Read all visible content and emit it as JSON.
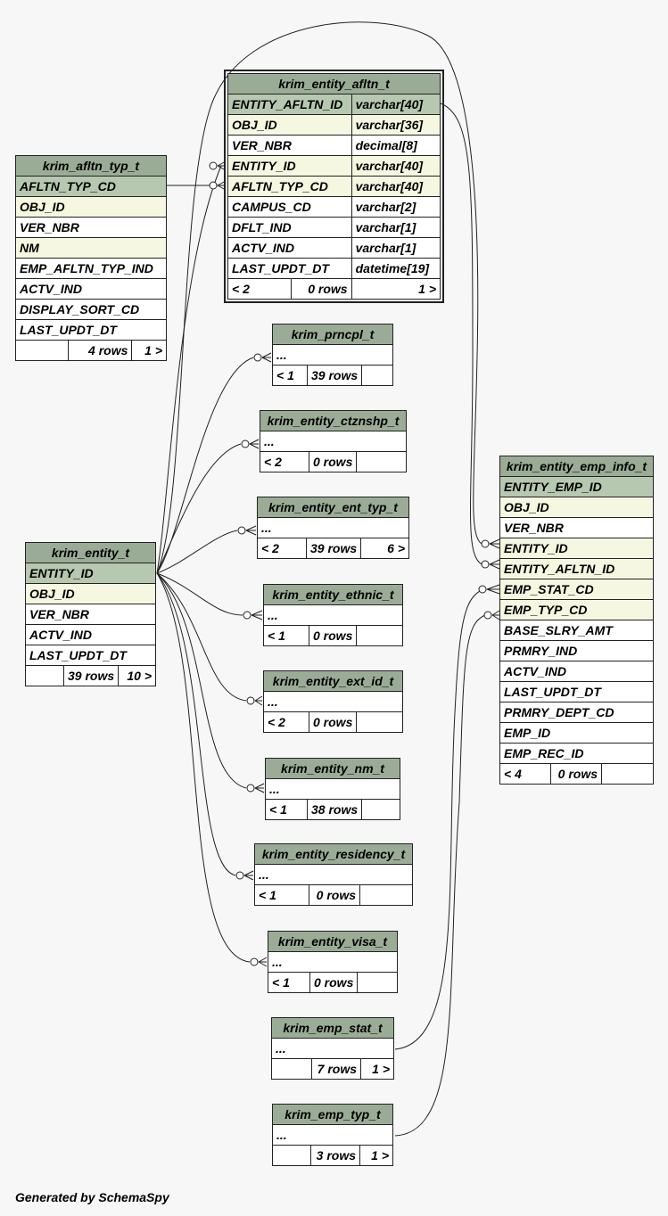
{
  "footer": "Generated by SchemaSpy",
  "tables": {
    "afltn": {
      "name": "krim_entity_afltn_t",
      "columns": [
        {
          "name": "ENTITY_AFLTN_ID",
          "type": "varchar[40]"
        },
        {
          "name": "OBJ_ID",
          "type": "varchar[36]"
        },
        {
          "name": "VER_NBR",
          "type": "decimal[8]"
        },
        {
          "name": "ENTITY_ID",
          "type": "varchar[40]"
        },
        {
          "name": "AFLTN_TYP_CD",
          "type": "varchar[40]"
        },
        {
          "name": "CAMPUS_CD",
          "type": "varchar[2]"
        },
        {
          "name": "DFLT_IND",
          "type": "varchar[1]"
        },
        {
          "name": "ACTV_IND",
          "type": "varchar[1]"
        },
        {
          "name": "LAST_UPDT_DT",
          "type": "datetime[19]"
        }
      ],
      "footer": {
        "left": "< 2",
        "mid": "0 rows",
        "right": "1 >"
      }
    },
    "afltn_typ": {
      "name": "krim_afltn_typ_t",
      "columns": [
        "AFLTN_TYP_CD",
        "OBJ_ID",
        "VER_NBR",
        "NM",
        "EMP_AFLTN_TYP_IND",
        "ACTV_IND",
        "DISPLAY_SORT_CD",
        "LAST_UPDT_DT"
      ],
      "footer": {
        "left": "",
        "mid": "4 rows",
        "right": "1 >"
      }
    },
    "prncpl": {
      "name": "krim_prncpl_t",
      "row": "...",
      "footer": {
        "left": "< 1",
        "mid": "39 rows",
        "right": ""
      }
    },
    "ctznshp": {
      "name": "krim_entity_ctznshp_t",
      "row": "...",
      "footer": {
        "left": "< 2",
        "mid": "0 rows",
        "right": ""
      }
    },
    "ent_typ": {
      "name": "krim_entity_ent_typ_t",
      "row": "...",
      "footer": {
        "left": "< 2",
        "mid": "39 rows",
        "right": "6 >"
      }
    },
    "entity": {
      "name": "krim_entity_t",
      "columns": [
        "ENTITY_ID",
        "OBJ_ID",
        "VER_NBR",
        "ACTV_IND",
        "LAST_UPDT_DT"
      ],
      "footer": {
        "left": "",
        "mid": "39 rows",
        "right": "10 >"
      }
    },
    "ethnic": {
      "name": "krim_entity_ethnic_t",
      "row": "...",
      "footer": {
        "left": "< 1",
        "mid": "0 rows",
        "right": ""
      }
    },
    "ext_id": {
      "name": "krim_entity_ext_id_t",
      "row": "...",
      "footer": {
        "left": "< 2",
        "mid": "0 rows",
        "right": ""
      }
    },
    "nm": {
      "name": "krim_entity_nm_t",
      "row": "...",
      "footer": {
        "left": "< 1",
        "mid": "38 rows",
        "right": ""
      }
    },
    "residency": {
      "name": "krim_entity_residency_t",
      "row": "...",
      "footer": {
        "left": "< 1",
        "mid": "0 rows",
        "right": ""
      }
    },
    "visa": {
      "name": "krim_entity_visa_t",
      "row": "...",
      "footer": {
        "left": "< 1",
        "mid": "0 rows",
        "right": ""
      }
    },
    "emp_stat": {
      "name": "krim_emp_stat_t",
      "row": "...",
      "footer": {
        "left": "",
        "mid": "7 rows",
        "right": "1 >"
      }
    },
    "emp_typ": {
      "name": "krim_emp_typ_t",
      "row": "...",
      "footer": {
        "left": "",
        "mid": "3 rows",
        "right": "1 >"
      }
    },
    "emp_info": {
      "name": "krim_entity_emp_info_t",
      "columns": [
        "ENTITY_EMP_ID",
        "OBJ_ID",
        "VER_NBR",
        "ENTITY_ID",
        "ENTITY_AFLTN_ID",
        "EMP_STAT_CD",
        "EMP_TYP_CD",
        "BASE_SLRY_AMT",
        "PRMRY_IND",
        "ACTV_IND",
        "LAST_UPDT_DT",
        "PRMRY_DEPT_CD",
        "EMP_ID",
        "EMP_REC_ID"
      ],
      "footer": {
        "left": "< 4",
        "mid": "0 rows",
        "right": ""
      }
    }
  }
}
